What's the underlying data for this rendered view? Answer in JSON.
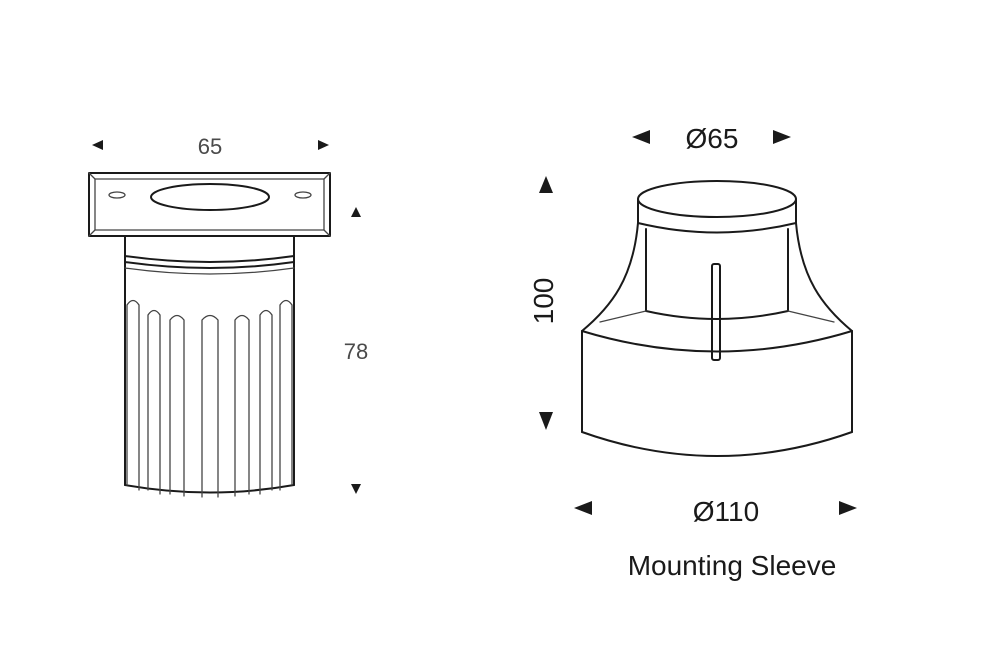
{
  "lamp": {
    "width_label": "65",
    "height_label": "78"
  },
  "sleeve": {
    "top_diameter_label": "Ø65",
    "height_label": "100",
    "bottom_diameter_label": "Ø110",
    "caption": "Mounting Sleeve"
  },
  "colors": {
    "line": "#1a1a1a",
    "background": "#ffffff"
  }
}
